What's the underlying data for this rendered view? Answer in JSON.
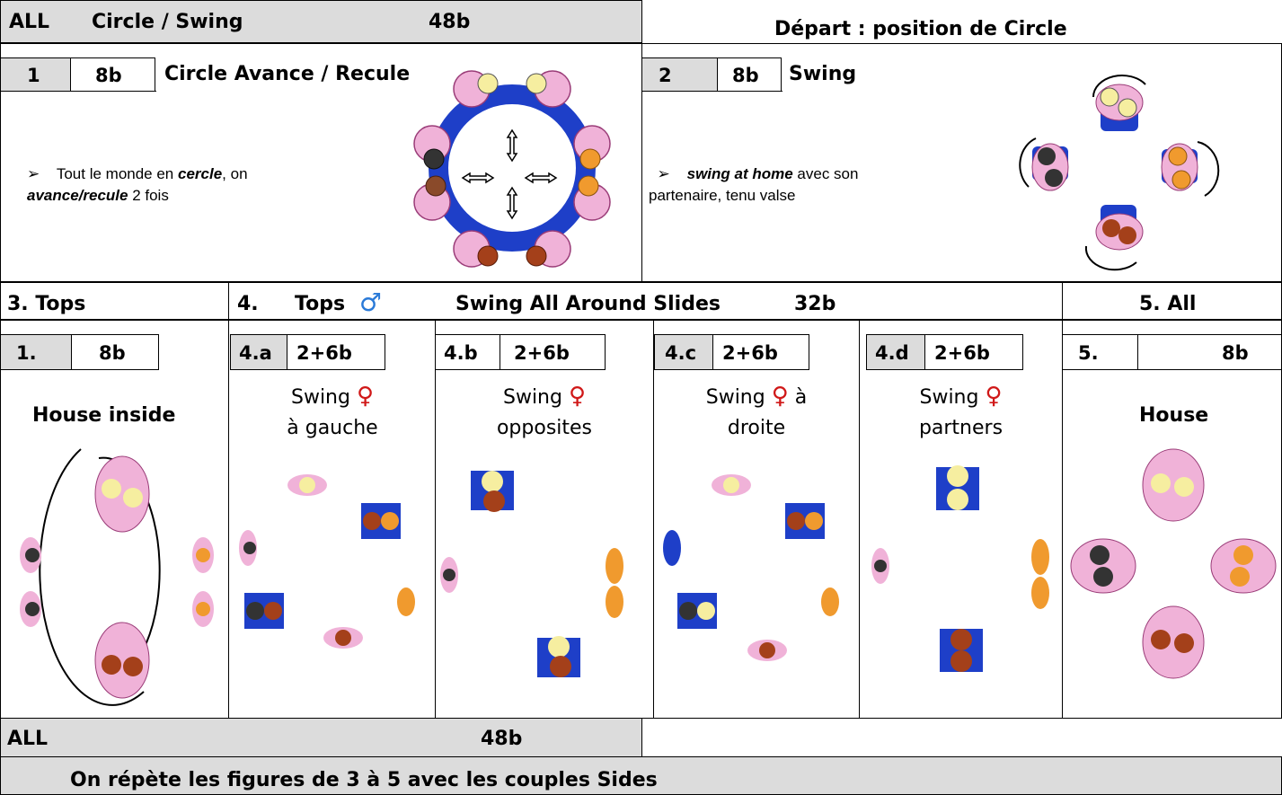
{
  "top": {
    "title_left": "ALL",
    "title_mid": "Circle / Swing",
    "title_beats": "48b",
    "start_label": "Départ : position de Circle"
  },
  "fig1": {
    "num": "1",
    "beats": "8b",
    "name": "Circle Avance / Recule",
    "text_a": "Tout le monde en ",
    "text_b": "cercle",
    "text_c": ", on",
    "text_d": "avance/recule",
    "text_e": " 2 fois"
  },
  "fig2": {
    "num": "2",
    "beats": "8b",
    "name": "Swing",
    "text_a": "swing at home",
    "text_b": " avec son",
    "text_c": "partenaire, tenu valse"
  },
  "row3": {
    "tops_label": "3. Tops",
    "part4_prefix": "4.",
    "part4_tops": "Tops",
    "male_symbol": "♂",
    "part4_title": "Swing All Around Slides",
    "part4_beats": "32b",
    "all_label": "5. All"
  },
  "col3": {
    "num": "1.",
    "beats": "8b",
    "name": "House inside"
  },
  "col4a": {
    "num": "4.a",
    "beats": "2+6b",
    "l1": "Swing",
    "l2": "à gauche"
  },
  "col4b": {
    "num": "4.b",
    "beats": "2+6b",
    "l1": "Swing",
    "l2": "opposites"
  },
  "col4c": {
    "num": "4.c",
    "beats": "2+6b",
    "l1": "Swing",
    "l1b": "à",
    "l2": "droite"
  },
  "col4d": {
    "num": "4.d",
    "beats": "2+6b",
    "l1": "Swing",
    "l2": "partners"
  },
  "col5": {
    "num": "5.",
    "beats": "8b",
    "name": "House"
  },
  "female_symbol": "♀",
  "bottom": {
    "all_label": "ALL",
    "beats": "48b",
    "repeat_text": "On répète les figures de 3 à 5 avec les couples Sides"
  }
}
